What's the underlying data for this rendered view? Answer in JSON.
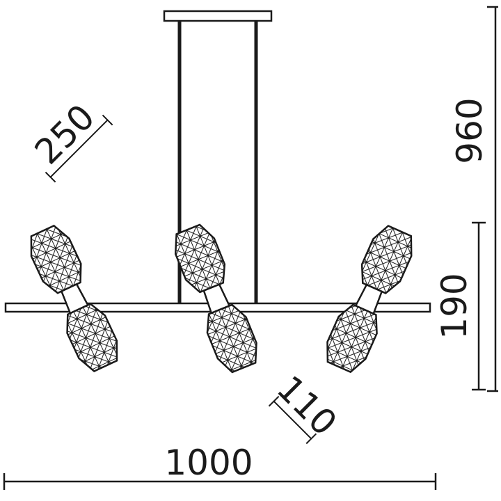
{
  "dimensions": {
    "total_width": "1000",
    "total_height": "960",
    "body_height": "190",
    "shade_width": "110",
    "shade_length": "250"
  },
  "colors": {
    "line": "#1a1a1a",
    "background": "#ffffff"
  }
}
